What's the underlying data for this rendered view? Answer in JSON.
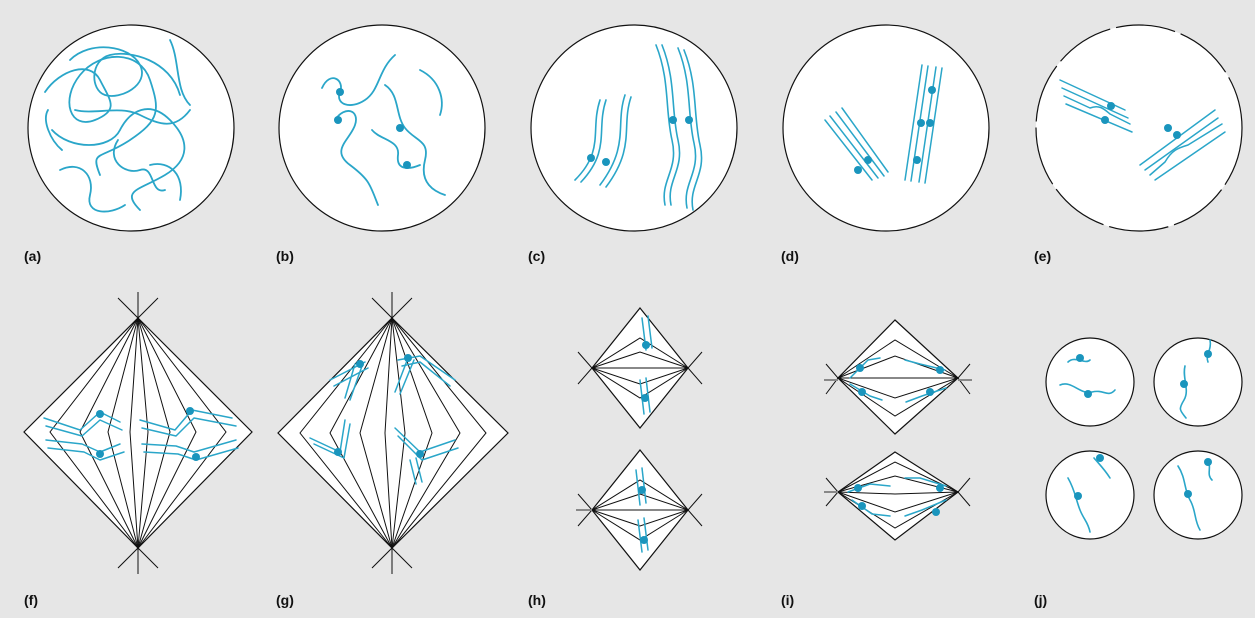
{
  "panels": [
    {
      "id": "a",
      "label": "(a)"
    },
    {
      "id": "b",
      "label": "(b)"
    },
    {
      "id": "c",
      "label": "(c)"
    },
    {
      "id": "d",
      "label": "(d)"
    },
    {
      "id": "e",
      "label": "(e)"
    },
    {
      "id": "f",
      "label": "(f)"
    },
    {
      "id": "g",
      "label": "(g)"
    },
    {
      "id": "h",
      "label": "(h)"
    },
    {
      "id": "i",
      "label": "(i)"
    },
    {
      "id": "j",
      "label": "(j)"
    }
  ],
  "colors": {
    "background": "#e6e6e6",
    "cell_fill": "#ffffff",
    "outline": "#111111",
    "chromosome": "#2aa6c9",
    "centromere": "#1a95bd",
    "spindle_pole_gray": "#888888"
  }
}
